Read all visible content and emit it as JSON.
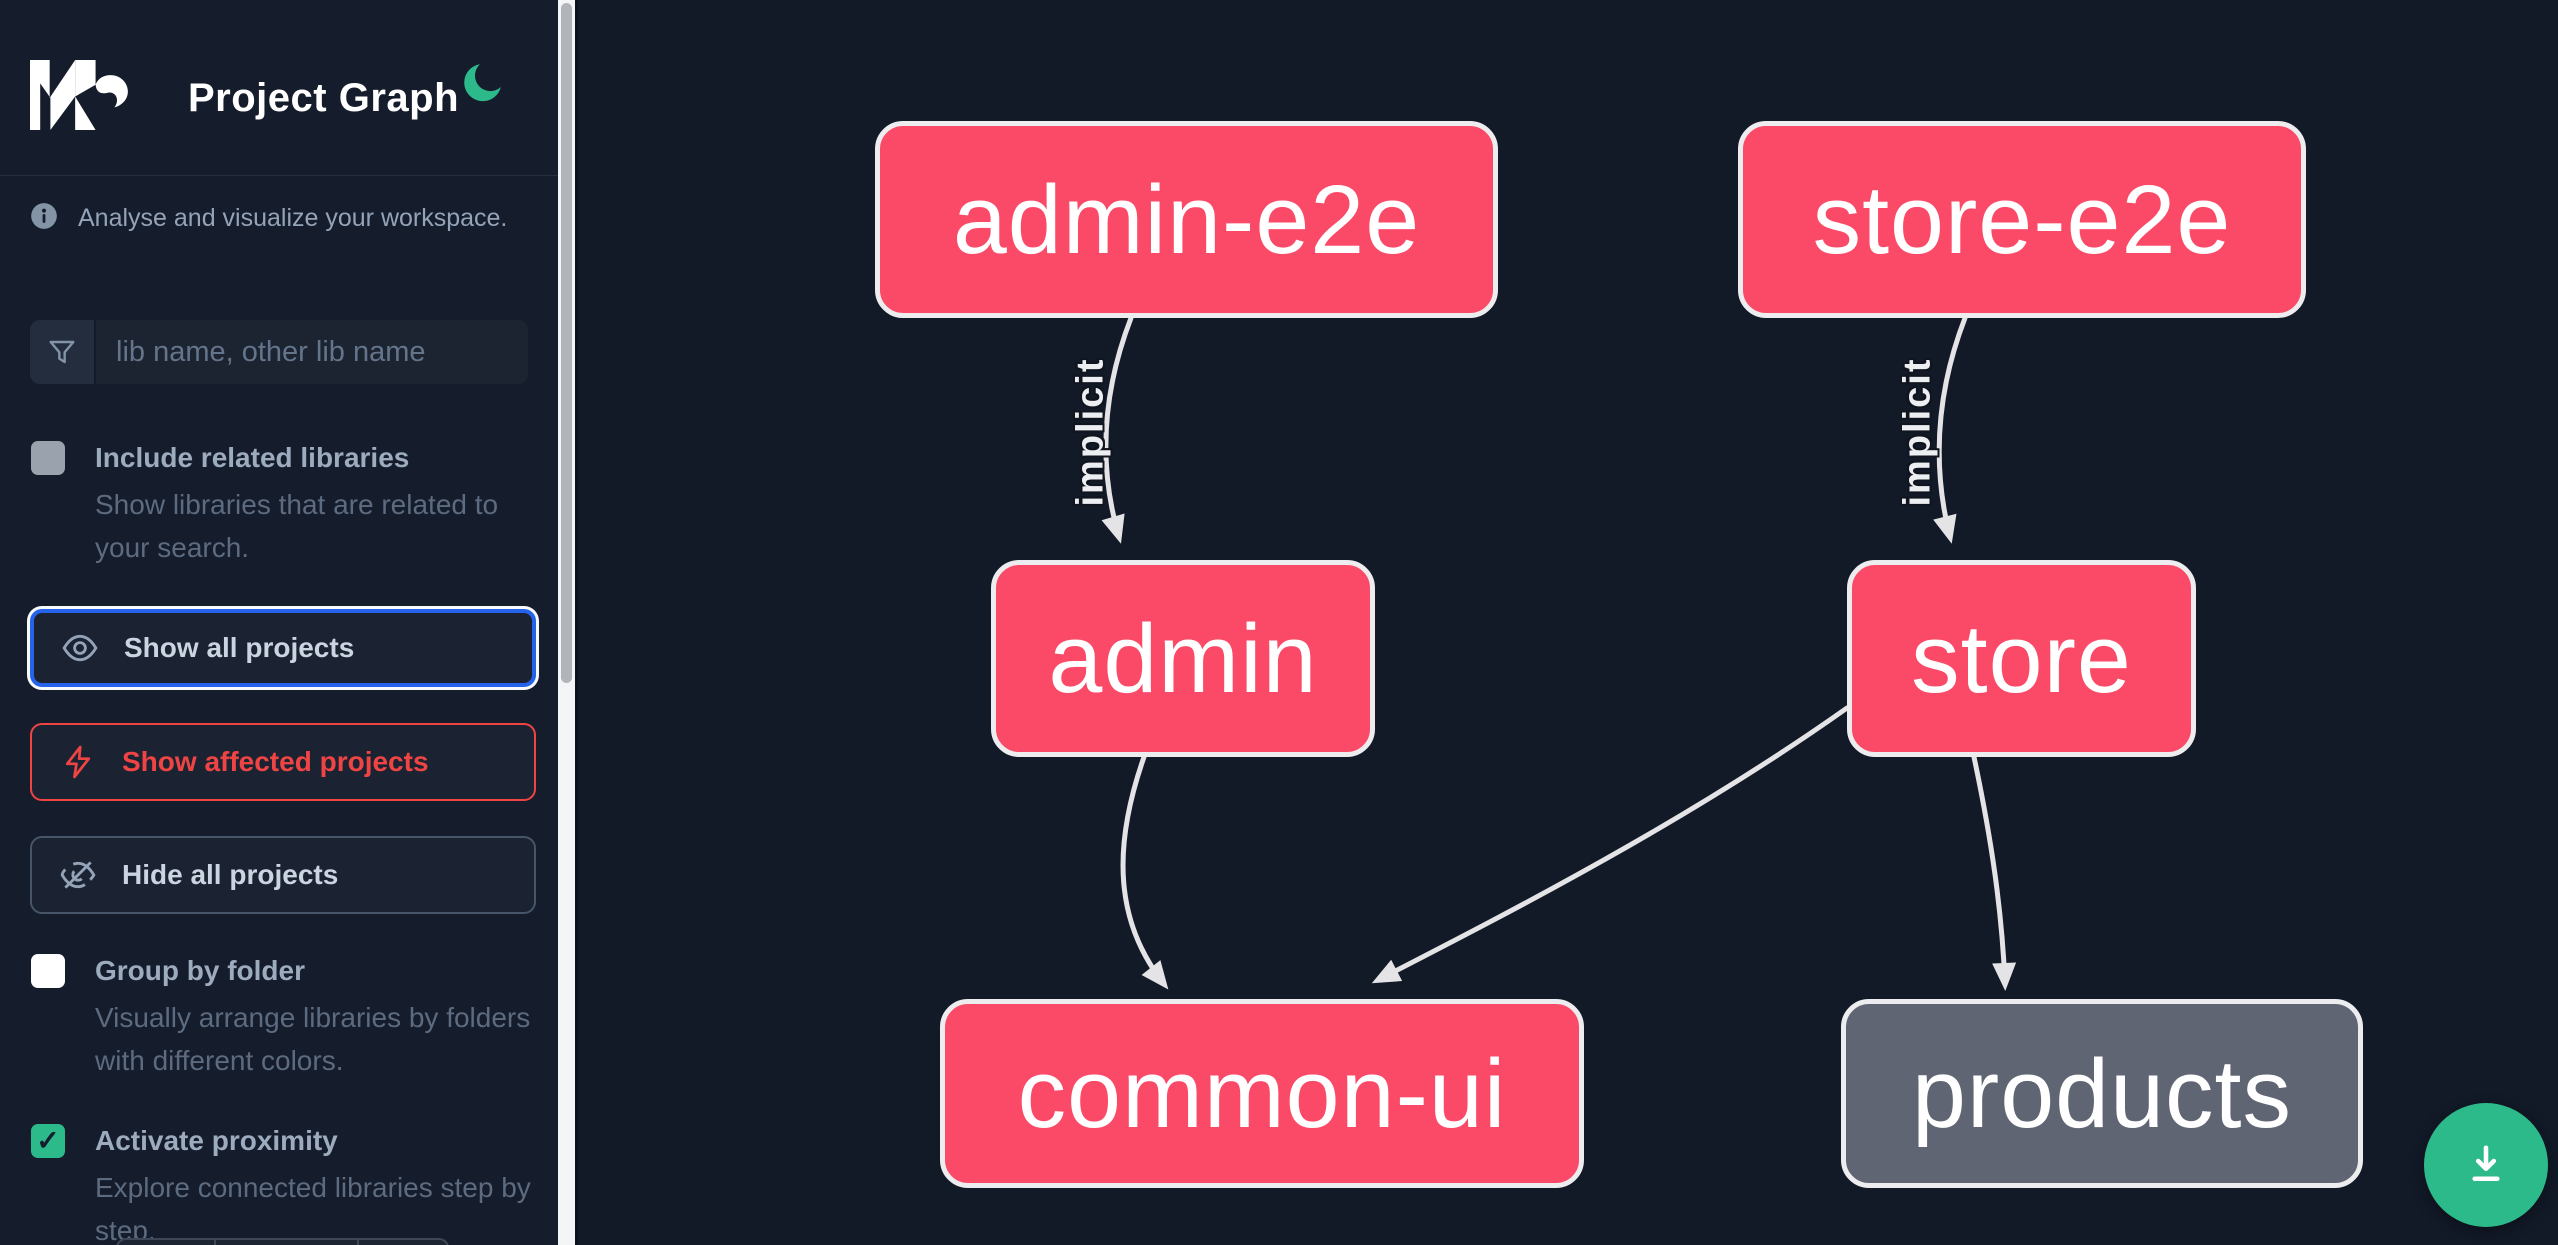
{
  "header": {
    "app_title": "Project Graph",
    "logo_icon": "nx-logo",
    "theme_toggle_icon": "moon-icon"
  },
  "sidebar": {
    "tagline": "Analyse and visualize your workspace.",
    "search_placeholder": "lib name, other lib name",
    "search_icon": "funnel-icon",
    "options": [
      {
        "label": "Include related libraries",
        "description": "Show libraries that are related to your search.",
        "checked": false,
        "disabled": true
      },
      {
        "label": "Group by folder",
        "description": "Visually arrange libraries by folders with different colors.",
        "checked": false,
        "disabled": false
      },
      {
        "label": "Activate proximity",
        "description": "Explore connected libraries step by step.",
        "checked": true,
        "disabled": false
      }
    ],
    "checkmark_glyph": "✓",
    "actions": [
      {
        "label": "Show all projects",
        "icon": "eye-icon",
        "state": "focused"
      },
      {
        "label": "Show affected projects",
        "icon": "bolt-icon",
        "state": "danger"
      },
      {
        "label": "Hide all projects",
        "icon": "eye-off-icon",
        "state": "default"
      }
    ]
  },
  "graph": {
    "nodes": [
      {
        "id": "admin-e2e",
        "label": "admin-e2e",
        "kind": "affected"
      },
      {
        "id": "store-e2e",
        "label": "store-e2e",
        "kind": "affected"
      },
      {
        "id": "admin",
        "label": "admin",
        "kind": "affected"
      },
      {
        "id": "store",
        "label": "store",
        "kind": "affected"
      },
      {
        "id": "common-ui",
        "label": "common-ui",
        "kind": "affected"
      },
      {
        "id": "products",
        "label": "products",
        "kind": "neutral"
      }
    ],
    "edges": [
      {
        "from": "admin-e2e",
        "to": "admin",
        "label": "implicit"
      },
      {
        "from": "store-e2e",
        "to": "store",
        "label": "implicit"
      },
      {
        "from": "admin",
        "to": "common-ui",
        "label": ""
      },
      {
        "from": "store",
        "to": "common-ui",
        "label": ""
      },
      {
        "from": "store",
        "to": "products",
        "label": ""
      }
    ]
  },
  "fab": {
    "icon": "download-icon"
  },
  "colors": {
    "background": "#121927",
    "sidebar_background": "#151c2b",
    "node_affected": "#fb4a68",
    "node_neutral": "#5f6573",
    "node_border": "#ededef",
    "edge": "#e4e4e6",
    "accent_green": "#2dba8b",
    "focus_blue": "#2563eb",
    "danger_red": "#ef4444",
    "text_muted": "#94a3b8"
  }
}
